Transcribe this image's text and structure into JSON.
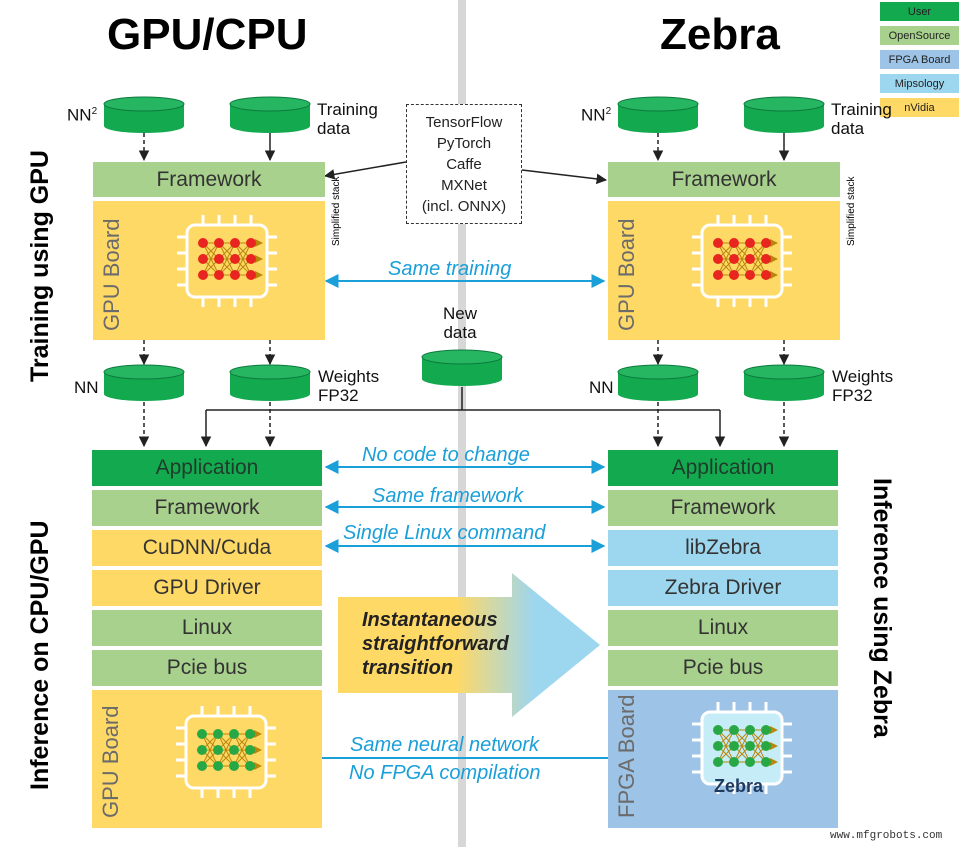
{
  "headers": {
    "left": "GPU/CPU",
    "right": "Zebra"
  },
  "legend": [
    {
      "label": "User",
      "color": "#13a94f"
    },
    {
      "label": "OpenSource",
      "color": "#a9d18e"
    },
    {
      "label": "FPGA Board",
      "color": "#9dc3e6"
    },
    {
      "label": "Mipsology",
      "color": "#9dd6ef"
    },
    {
      "label": "nVidia",
      "color": "#ffd966"
    }
  ],
  "side_labels": {
    "training": "Training using GPU",
    "inference_left": "Inference on CPU/GPU",
    "inference_right": "Inference using Zebra",
    "simplified_stack": "Simplified stack"
  },
  "storage": {
    "nn2": "NN",
    "nn2_sup": "2",
    "training_data_1": "Training",
    "training_data_2": "data",
    "nn": "NN",
    "weights_1": "Weights",
    "weights_2": "FP32",
    "new_data_1": "New",
    "new_data_2": "data"
  },
  "frameworks_box": [
    "TensorFlow",
    "PyTorch",
    "Caffe",
    "MXNet",
    "(incl. ONNX)"
  ],
  "training_stack": {
    "framework": "Framework",
    "board": "GPU Board"
  },
  "left_stack": {
    "application": "Application",
    "framework": "Framework",
    "cudnn": "CuDNN/Cuda",
    "gpu_driver": "GPU Driver",
    "linux": "Linux",
    "pcie": "Pcie bus",
    "board": "GPU Board"
  },
  "right_stack": {
    "application": "Application",
    "framework": "Framework",
    "libzebra": "libZebra",
    "zebra_driver": "Zebra Driver",
    "linux": "Linux",
    "pcie": "Pcie bus",
    "board": "FPGA Board",
    "chip": "Zebra"
  },
  "arrows": {
    "same_training": "Same training",
    "no_code": "No code to change",
    "same_framework": "Same framework",
    "single_linux": "Single Linux command",
    "same_nn": "Same neural network",
    "no_fpga": "No FPGA compilation"
  },
  "transition": [
    "Instantaneous",
    "straightforward",
    "transition"
  ],
  "watermark": "www.mfgrobots.com",
  "colors": {
    "user": "#13a94f",
    "opensource": "#a9d18e",
    "fpga_board": "#9dc3e6",
    "mipsology": "#9dd6ef",
    "nvidia": "#ffd966",
    "arrow": "#1a9fd9"
  }
}
